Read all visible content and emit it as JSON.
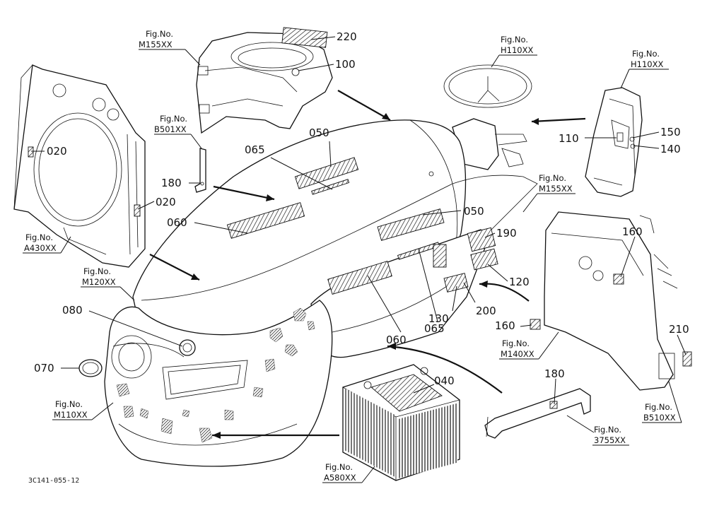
{
  "callouts": [
    {
      "id": "c220",
      "text": "220"
    },
    {
      "id": "c100",
      "text": "100"
    },
    {
      "id": "c050a",
      "text": "050"
    },
    {
      "id": "c065a",
      "text": "065"
    },
    {
      "id": "c020a",
      "text": "020"
    },
    {
      "id": "c020b",
      "text": "020"
    },
    {
      "id": "c180a",
      "text": "180"
    },
    {
      "id": "c060a",
      "text": "060"
    },
    {
      "id": "c110",
      "text": "110"
    },
    {
      "id": "c150",
      "text": "150"
    },
    {
      "id": "c140",
      "text": "140"
    },
    {
      "id": "c050b",
      "text": "050"
    },
    {
      "id": "c190",
      "text": "190"
    },
    {
      "id": "c160a",
      "text": "160"
    },
    {
      "id": "c120",
      "text": "120"
    },
    {
      "id": "c130",
      "text": "130"
    },
    {
      "id": "c200",
      "text": "200"
    },
    {
      "id": "c065b",
      "text": "065"
    },
    {
      "id": "c080",
      "text": "080"
    },
    {
      "id": "c060b",
      "text": "060"
    },
    {
      "id": "c160b",
      "text": "160"
    },
    {
      "id": "c210",
      "text": "210"
    },
    {
      "id": "c070",
      "text": "070"
    },
    {
      "id": "c040",
      "text": "040"
    },
    {
      "id": "c180b",
      "text": "180"
    }
  ],
  "figure_refs": [
    {
      "id": "f1",
      "prefix": "Fig.No.",
      "ref": "M155XX"
    },
    {
      "id": "f2",
      "prefix": "Fig.No.",
      "ref": "B501XX"
    },
    {
      "id": "f3",
      "prefix": "Fig.No.",
      "ref": "H110XX"
    },
    {
      "id": "f4",
      "prefix": "Fig.No.",
      "ref": "H110XX"
    },
    {
      "id": "f5",
      "prefix": "Fig.No.",
      "ref": "M155XX"
    },
    {
      "id": "f6",
      "prefix": "Fig.No.",
      "ref": "A430XX"
    },
    {
      "id": "f7",
      "prefix": "Fig.No.",
      "ref": "M120XX"
    },
    {
      "id": "f8",
      "prefix": "Fig.No.",
      "ref": "M140XX"
    },
    {
      "id": "f9",
      "prefix": "Fig.No.",
      "ref": "M110XX"
    },
    {
      "id": "f10",
      "prefix": "Fig.No.",
      "ref": "3755XX"
    },
    {
      "id": "f11",
      "prefix": "Fig.No.",
      "ref": "B510XX"
    },
    {
      "id": "f12",
      "prefix": "Fig.No.",
      "ref": "A580XX"
    }
  ],
  "drawing_code": "3C141-055-12"
}
